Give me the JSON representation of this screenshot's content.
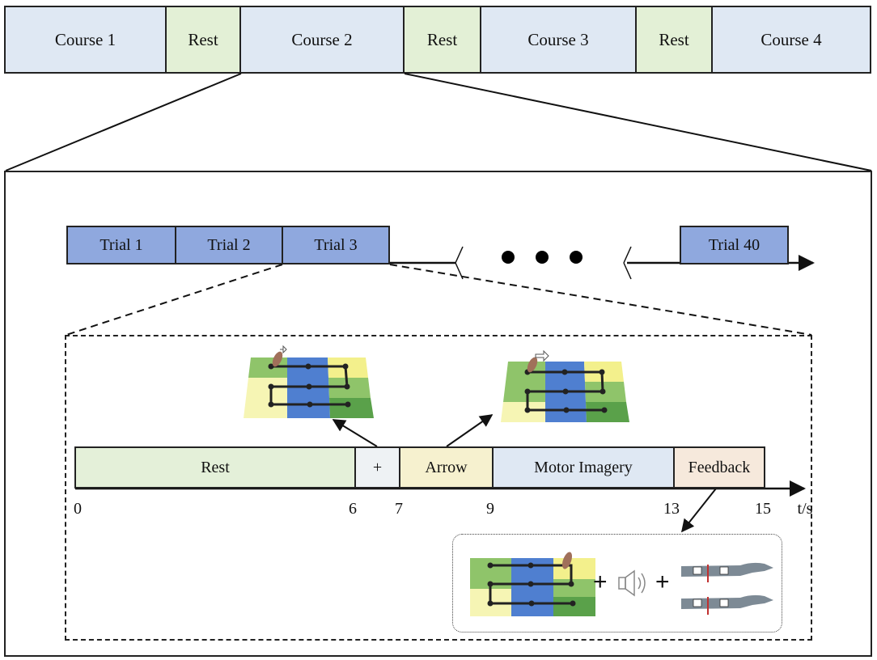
{
  "courses": {
    "segments": [
      {
        "label": "Course 1",
        "kind": "course"
      },
      {
        "label": "Rest",
        "kind": "rest"
      },
      {
        "label": "Course 2",
        "kind": "course"
      },
      {
        "label": "Rest",
        "kind": "rest"
      },
      {
        "label": "Course 3",
        "kind": "course"
      },
      {
        "label": "Rest",
        "kind": "rest"
      },
      {
        "label": "Course 4",
        "kind": "course"
      }
    ]
  },
  "trials": {
    "items": [
      "Trial 1",
      "Trial 2",
      "Trial 3"
    ],
    "last": "Trial 40"
  },
  "timeline": {
    "phases": [
      {
        "label": "Rest",
        "start": 0,
        "end": 6,
        "color": "#e4f0d9"
      },
      {
        "label": "+",
        "start": 6,
        "end": 7,
        "color": "#eef2f4"
      },
      {
        "label": "Arrow",
        "start": 7,
        "end": 9,
        "color": "#f6f1cf"
      },
      {
        "label": "Motor Imagery",
        "start": 9,
        "end": 13,
        "color": "#dfe8f3"
      },
      {
        "label": "Feedback",
        "start": 13,
        "end": 15,
        "color": "#f6e9dc"
      }
    ],
    "ticks": [
      "0",
      "6",
      "7",
      "9",
      "13",
      "15"
    ],
    "unit": "t/s"
  },
  "feedback": {
    "plus1": "+",
    "plus2": "+",
    "speaker_icon": "speaker-icon",
    "arm_icon": "arm-icon"
  },
  "colors": {
    "trial": "#8fa8de",
    "course": "#dfe8f3",
    "rest": "#e3f0d6",
    "grid_green_light": "#8fc46a",
    "grid_green_dark": "#5aa14a",
    "grid_blue": "#4f7fd0",
    "grid_yellow": "#f3f08c",
    "grid_yellow_light": "#f6f5b4"
  }
}
